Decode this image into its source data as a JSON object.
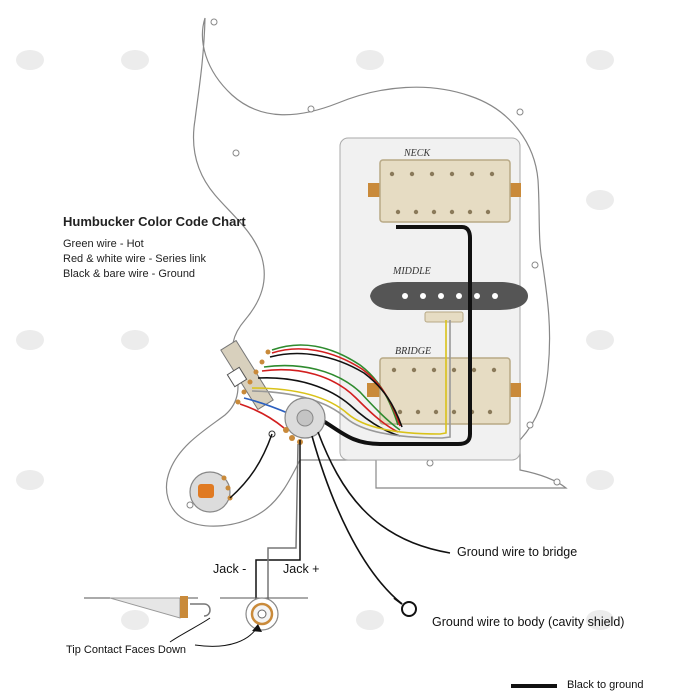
{
  "color_chart": {
    "title": "Humbucker Color Code Chart",
    "lines": [
      "Green wire - Hot",
      "Red & white wire - Series link",
      "Black & bare wire - Ground"
    ]
  },
  "pickups": {
    "neck_label": "NECK",
    "middle_label": "MIDDLE",
    "bridge_label": "BRIDGE"
  },
  "callouts": {
    "ground_bridge": "Ground wire to bridge",
    "ground_body": "Ground wire to body (cavity shield)",
    "jack_minus": "Jack -",
    "jack_plus": "Jack +",
    "tip_contact": "Tip Contact Faces Down"
  },
  "legend": {
    "black_wire": "Black to ground"
  },
  "colors": {
    "pickguard": "#ffffff",
    "pickguard_outline": "#888888",
    "cavity": "#f1f1f1",
    "humbucker": "#e6dcc3",
    "humbucker_border": "#b8a986",
    "single_coil": "#555555",
    "wire_black": "#111111",
    "wire_red": "#d21f1f",
    "wire_green": "#2e8b2e",
    "wire_yellow": "#d9c21a",
    "wire_blue": "#2b5fbf",
    "tab_orange": "#e07a22",
    "bracket_gold": "#c98a3a",
    "watermark": "#ececec"
  }
}
